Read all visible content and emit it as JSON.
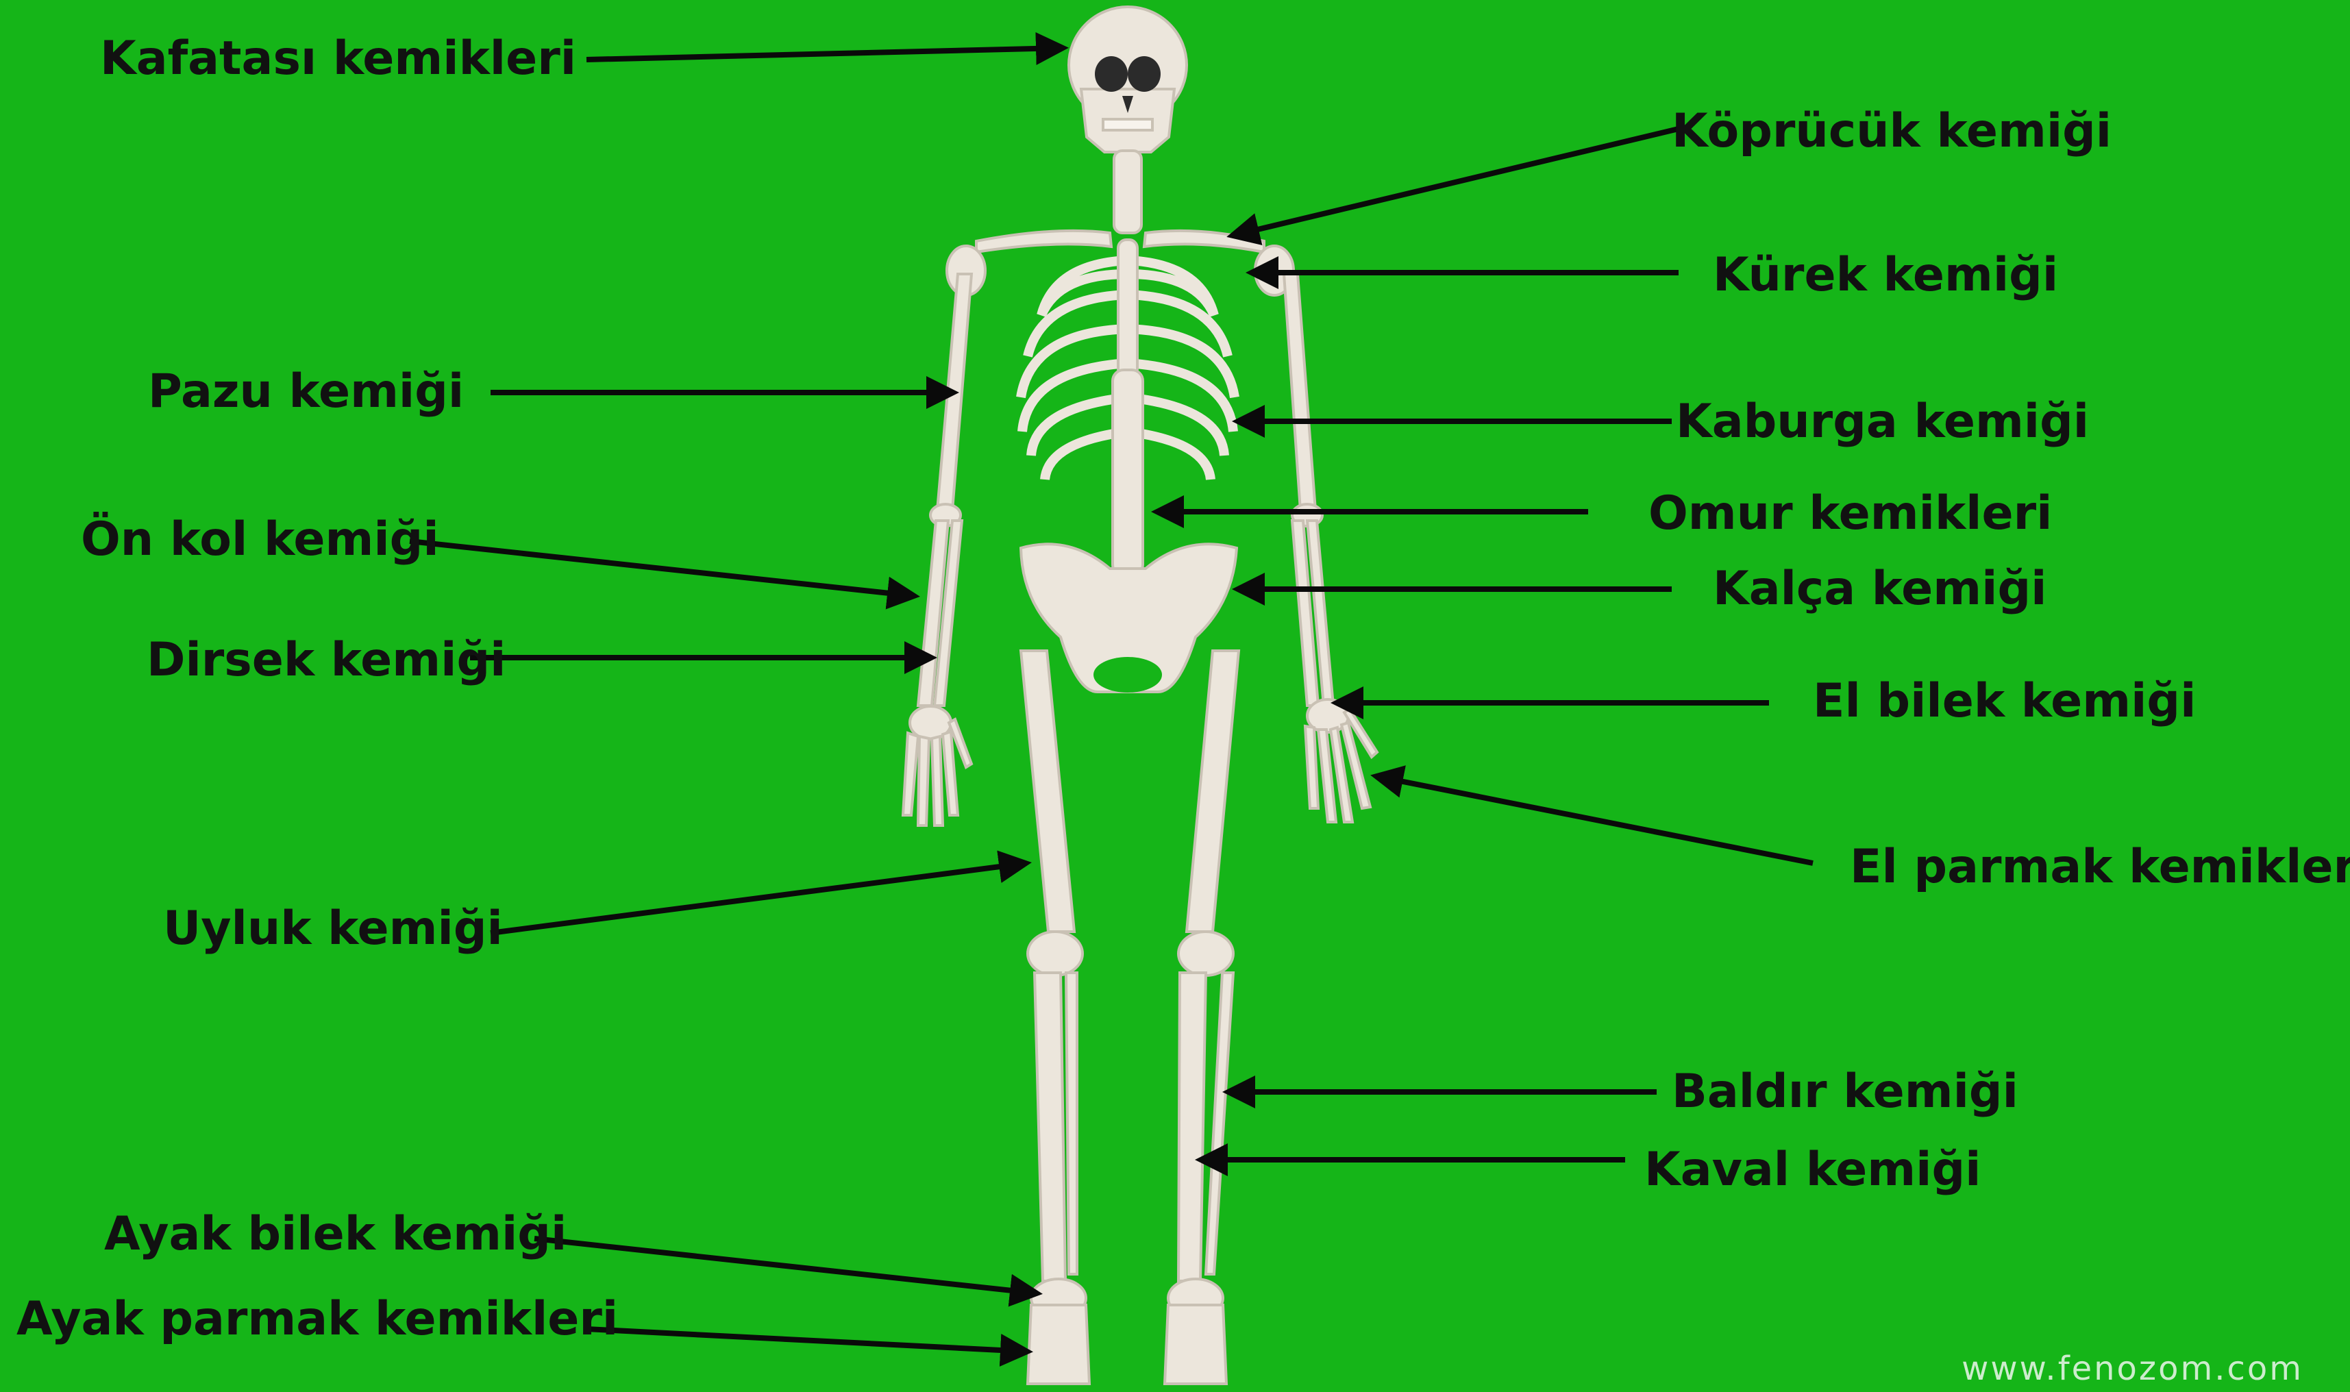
{
  "diagram": {
    "background_color": "#15b518",
    "bone_color": "#ece6dc",
    "arrow_color": "#0a0a0a",
    "labels": {
      "skull": "Kafatası kemikleri",
      "clavicle": "Köprücük kemiği",
      "scapula": "Kürek kemiği",
      "humerus": "Pazu kemiği",
      "rib": "Kaburga kemiği",
      "vertebrae": "Omur kemikleri",
      "radius": "Ön kol kemiği",
      "pelvis": "Kalça kemiği",
      "ulna": "Dirsek kemiği",
      "carpal": "El bilek kemiği",
      "phalanges_hand": "El parmak kemikleri",
      "femur": "Uyluk kemiği",
      "fibula": "Baldır kemiği",
      "tibia": "Kaval kemiği",
      "tarsal": "Ayak bilek kemiği",
      "phalanges_foot": "Ayak parmak kemikleri"
    },
    "watermark": "www.fenozom.com"
  }
}
